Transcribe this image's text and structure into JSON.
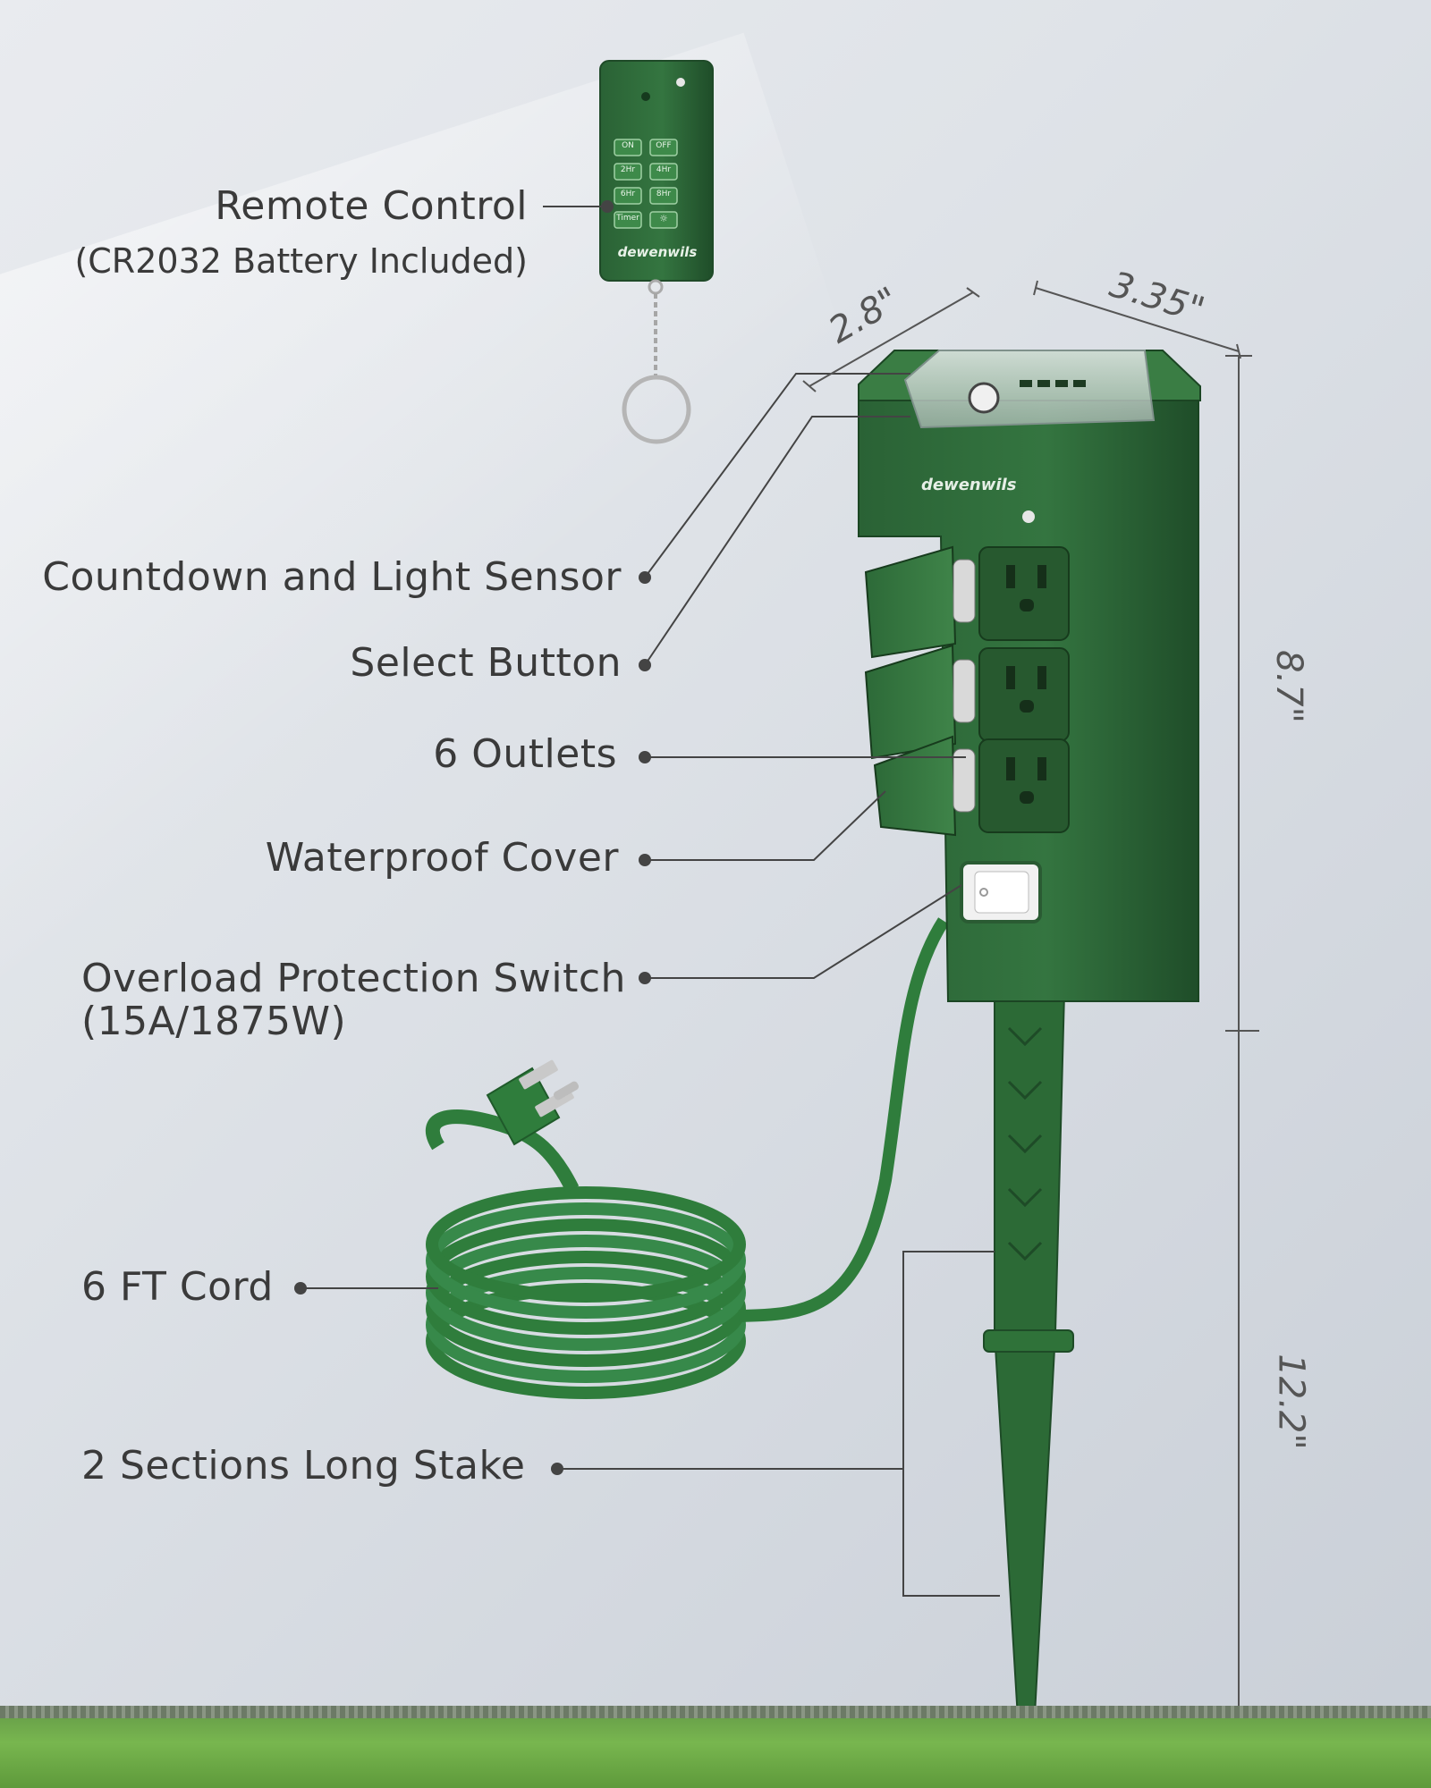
{
  "callouts": {
    "remote_control": "Remote Control",
    "battery_note": "(CR2032 Battery Included)",
    "countdown_sensor": "Countdown and Light Sensor",
    "select_button": "Select Button",
    "outlets": "6 Outlets",
    "waterproof_cover": "Waterproof Cover",
    "overload_switch": "Overload Protection Switch",
    "overload_rating": "(15A/1875W)",
    "cord": "6 FT Cord",
    "stake": "2 Sections Long Stake"
  },
  "dimensions": {
    "depth": "2.8\"",
    "width": "3.35\"",
    "body_height": "8.7\"",
    "stake_height": "12.2\""
  },
  "remote": {
    "brand": "dewenwils",
    "buttons": [
      "ON",
      "OFF",
      "2Hr",
      "4Hr",
      "6Hr",
      "8Hr",
      "Timer",
      "☼"
    ]
  },
  "device": {
    "brand": "dewenwils"
  },
  "colors": {
    "product_green": "#2f6b3a",
    "product_green_dark": "#214f2b",
    "text": "#3a3a3a",
    "leader_line": "#444444"
  }
}
